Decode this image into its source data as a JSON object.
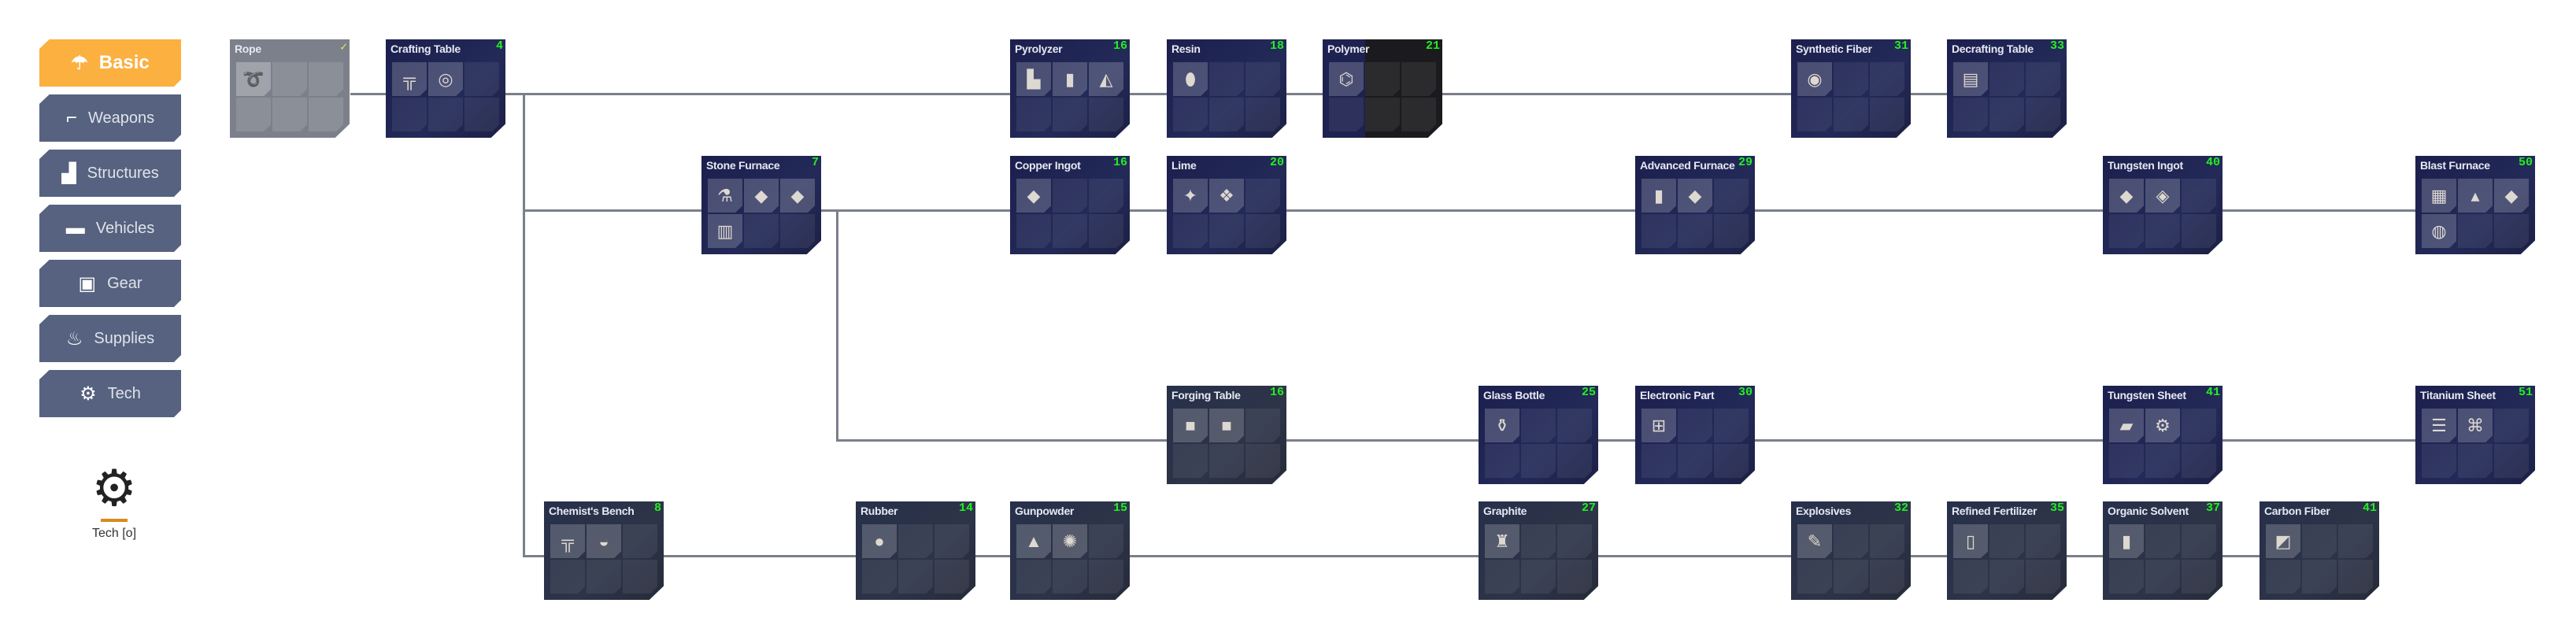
{
  "sidebar": {
    "items": [
      {
        "label": "Basic",
        "icon": "parachute-icon",
        "active": true
      },
      {
        "label": "Weapons",
        "icon": "pistol-icon"
      },
      {
        "label": "Structures",
        "icon": "factory-icon"
      },
      {
        "label": "Vehicles",
        "icon": "tank-icon"
      },
      {
        "label": "Gear",
        "icon": "chest-icon"
      },
      {
        "label": "Supplies",
        "icon": "campfire-icon"
      },
      {
        "label": "Tech",
        "icon": "tech-gear-icon"
      }
    ],
    "current": {
      "label": "Tech [o]",
      "icon": "tech-gear-icon",
      "accent": "#d98a1c"
    }
  },
  "colors": {
    "active_tab": "#fbb040",
    "tab": "#56627f",
    "level": "#22ee22",
    "node": "#1b1f4d"
  },
  "nodes": [
    {
      "title": "Rope",
      "level": "✓",
      "unlocked": true,
      "items": [
        "rope-icon"
      ]
    },
    {
      "title": "Crafting Table",
      "level": "4",
      "items": [
        "workbench-icon",
        "duct-tape-icon"
      ]
    },
    {
      "title": "Stone Furnace",
      "level": "7",
      "items": [
        "flask-icon",
        "ingot-icon",
        "ingot-icon",
        "furnace-icon"
      ]
    },
    {
      "title": "Chemist's Bench",
      "level": "8",
      "items": [
        "chemist-bench-icon",
        "cloth-icon"
      ]
    },
    {
      "title": "Pyrolyzer",
      "level": "16",
      "items": [
        "pyrolyzer-icon",
        "jerrycan-icon",
        "sack-icon"
      ]
    },
    {
      "title": "Copper Ingot",
      "level": "16",
      "items": [
        "ingot-icon"
      ]
    },
    {
      "title": "Forging Table",
      "level": "16",
      "items": [
        "forge-icon",
        "saw-blade-icon"
      ]
    },
    {
      "title": "Rubber",
      "level": "14",
      "items": [
        "rubber-icon"
      ]
    },
    {
      "title": "Gunpowder",
      "level": "15",
      "items": [
        "gunpowder-pile-icon",
        "powder-icon"
      ]
    },
    {
      "title": "Resin",
      "level": "18",
      "items": [
        "resin-icon"
      ]
    },
    {
      "title": "Lime",
      "level": "20",
      "items": [
        "lime-icon",
        "rock-icon"
      ]
    },
    {
      "title": "Polymer",
      "level": "21",
      "items": [
        "molecule-icon"
      ]
    },
    {
      "title": "Glass Bottle",
      "level": "25",
      "items": [
        "bottle-icon"
      ]
    },
    {
      "title": "Graphite",
      "level": "27",
      "items": [
        "graphite-icon"
      ]
    },
    {
      "title": "Advanced Furnace",
      "level": "29",
      "items": [
        "advanced-furnace-icon",
        "ingot-icon"
      ]
    },
    {
      "title": "Electronic Part",
      "level": "30",
      "items": [
        "chip-icon"
      ]
    },
    {
      "title": "Synthetic Fiber",
      "level": "31",
      "items": [
        "fiber-roll-icon"
      ]
    },
    {
      "title": "Explosives",
      "level": "32",
      "items": [
        "dynamite-icon"
      ]
    },
    {
      "title": "Decrafting Table",
      "level": "33",
      "items": [
        "decrafting-table-icon"
      ]
    },
    {
      "title": "Refined Fertilizer",
      "level": "35",
      "items": [
        "fertilizer-bag-icon"
      ]
    },
    {
      "title": "Organic Solvent",
      "level": "37",
      "items": [
        "canister-icon"
      ]
    },
    {
      "title": "Tungsten Ingot",
      "level": "40",
      "items": [
        "ingot-icon",
        "ore-icon"
      ]
    },
    {
      "title": "Tungsten Sheet",
      "level": "41",
      "items": [
        "sheet-icon",
        "parts-icon"
      ]
    },
    {
      "title": "Carbon Fiber",
      "level": "41",
      "items": [
        "carbon-sheet-icon"
      ]
    },
    {
      "title": "Blast Furnace",
      "level": "50",
      "items": [
        "blast-furnace-icon",
        "ore-pile-icon",
        "ingot-icon",
        "blower-icon"
      ]
    },
    {
      "title": "Titanium Sheet",
      "level": "51",
      "items": [
        "sheet-stack-icon",
        "circuit-icon"
      ]
    }
  ]
}
